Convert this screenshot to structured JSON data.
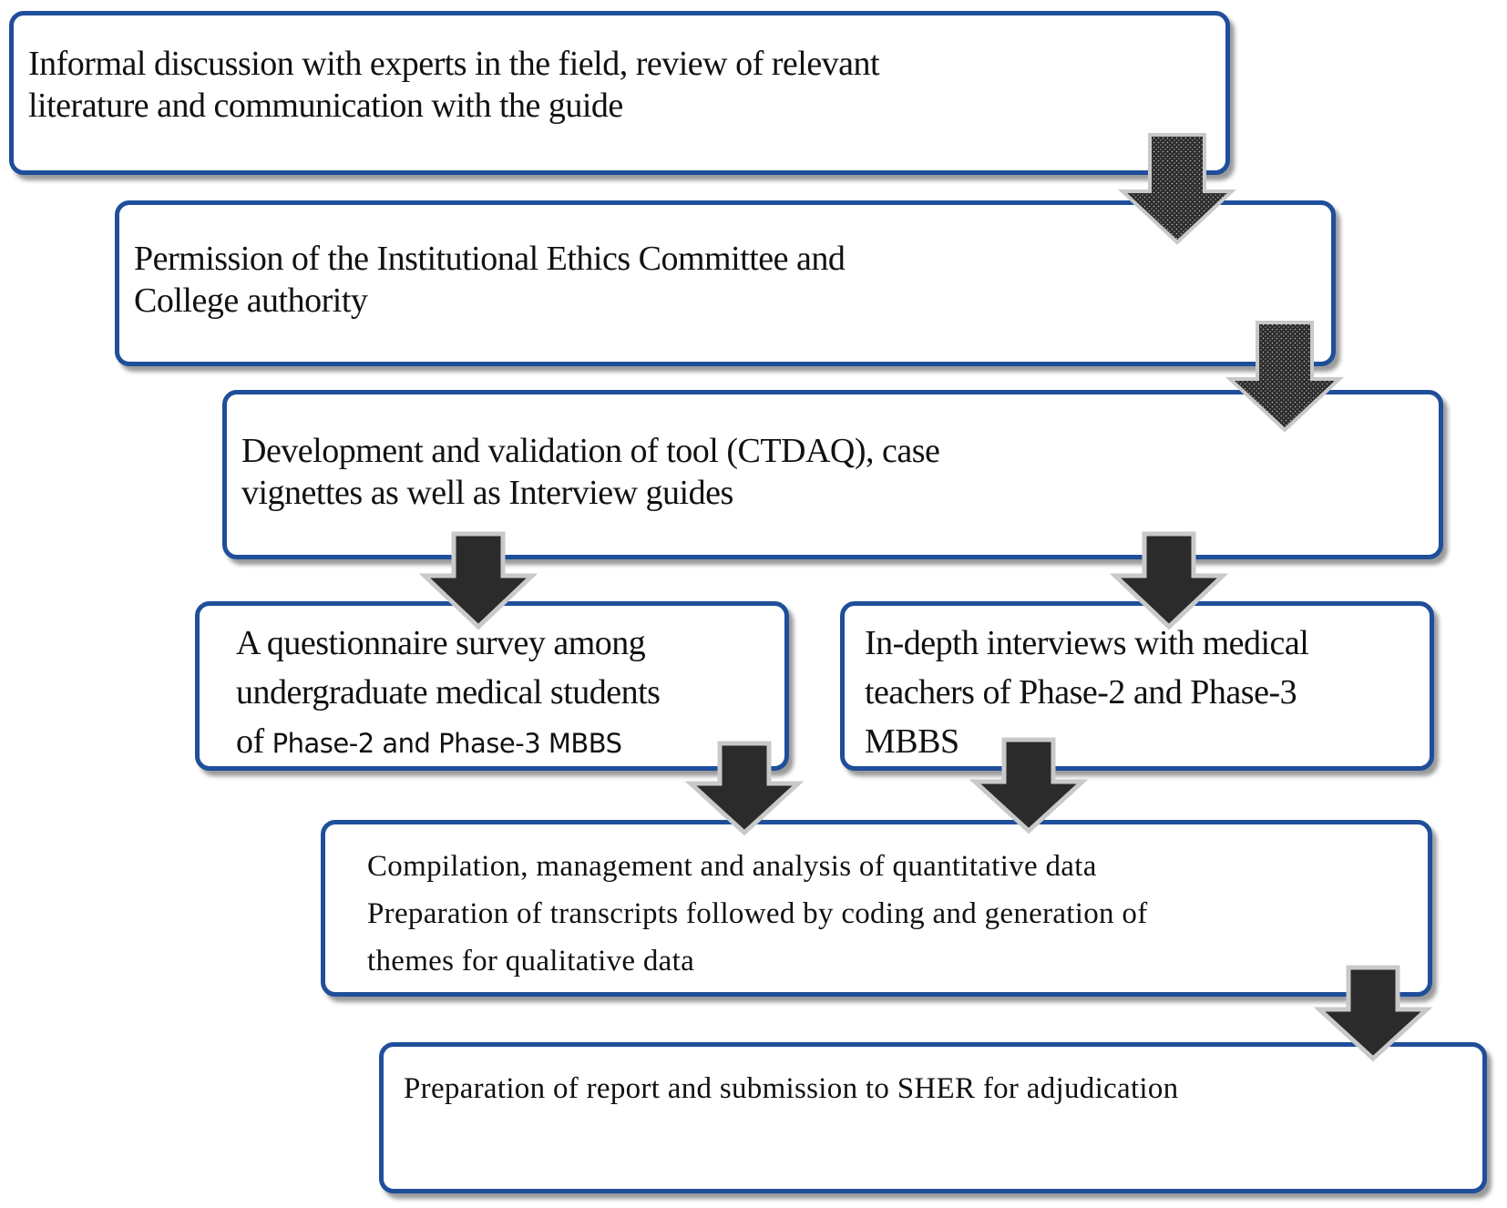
{
  "steps": {
    "informal_discussion": {
      "line1": "Informal  discussion with experts in the field, review of relevant",
      "line2": "literature and communication with the guide"
    },
    "permission": {
      "line1": "Permission of the Institutional Ethics Committee and",
      "line2": "College authority"
    },
    "tool_development": {
      "line1": "Development and validation of tool (CTDAQ), case",
      "line2": "vignettes as well as Interview guides"
    },
    "questionnaire_survey": {
      "line1": "A questionnaire survey among",
      "line2": "undergraduate medical students",
      "line3_prefix": "of ",
      "line3_rest": "Phase-2 and Phase-3 MBBS"
    },
    "indepth_interviews": {
      "line1": "In-depth interviews with medical",
      "line2": "teachers of Phase-2 and Phase-3",
      "line3": "MBBS"
    },
    "compilation": {
      "line1": "Compilation, management and analysis of quantitative data",
      "line2": "Preparation of transcripts followed by coding and generation of",
      "line3": "themes for qualitative data"
    },
    "report": {
      "line1": "Preparation of report and submission to SHER for adjudication"
    }
  },
  "colors": {
    "box_border": "#1f4e9a",
    "arrow_fill": "#2b2b2b",
    "arrow_outline": "#c9c9c9"
  },
  "arrow_styles": {
    "upper_arrows": "dotted-dark-down-arrow",
    "lower_arrows": "solid-dark-down-arrow"
  }
}
